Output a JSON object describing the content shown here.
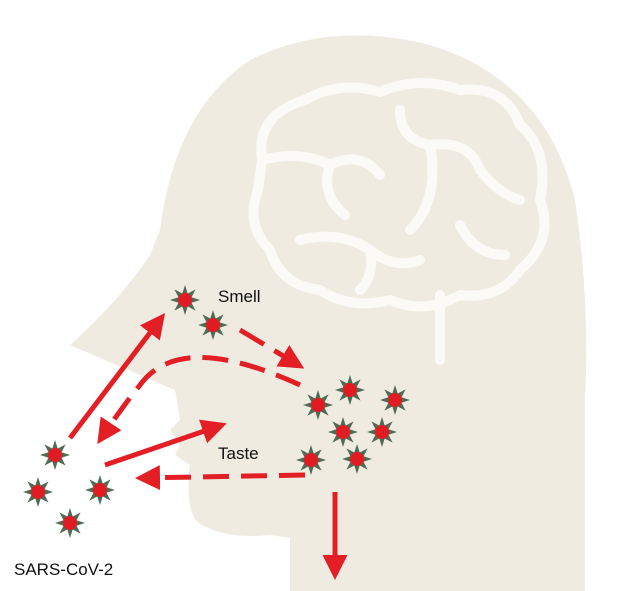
{
  "labels": {
    "smell": "Smell",
    "taste": "Taste",
    "virus": "SARS-CoV-2"
  },
  "colors": {
    "head": "#efebe1",
    "brain_lines": "#fbfaf6",
    "arrow": "#e31e24",
    "virus_spike": "#4f6b56",
    "virus_core": "#e01b22",
    "text": "#111111"
  },
  "icons": {
    "virus": "coronavirus-particle-icon",
    "head": "head-profile-with-brain-icon"
  }
}
